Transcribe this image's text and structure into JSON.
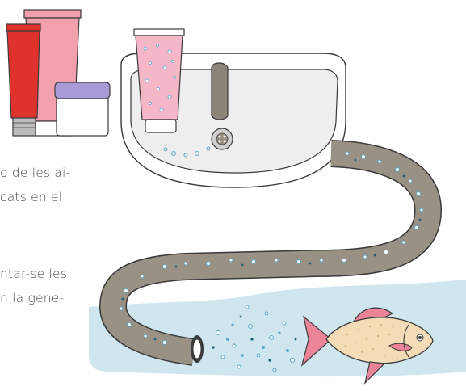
{
  "text_fragments": [
    "o de les ai-",
    "cats en el",
    "ntar-se les",
    "n la gene-"
  ],
  "colors": {
    "hose": "#9a9185",
    "hose_outline": "#3a3a3a",
    "water": "#cfe6ef",
    "sink": "#ffffff",
    "basin": "#eeeeee",
    "faucet": "#8c8478",
    "red_tube": "#e0322d",
    "pink_tube": "#f2a0ae",
    "scrub_tube": "#f5b6c8",
    "jar_lid": "#a89ad6",
    "fish_body": "#f3dcb6",
    "fish_fins": "#ec8499",
    "microbead_blue": "#5aa7c8",
    "microbead_dark": "#1f5f78"
  },
  "icons": [
    "cosmetic-tube-red",
    "cosmetic-tube-pink",
    "cream-jar",
    "scrub-tube",
    "sink",
    "faucet",
    "drain",
    "drain-hose",
    "fish",
    "water",
    "microbeads"
  ]
}
